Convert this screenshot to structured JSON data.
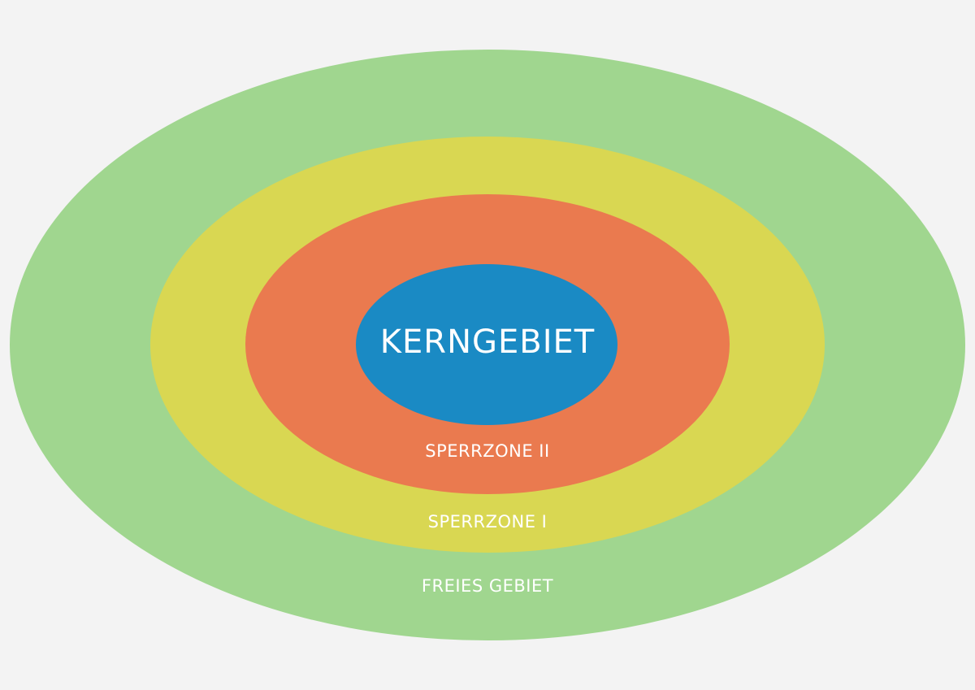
{
  "diagram": {
    "zones": [
      {
        "id": "freies",
        "label": "FREIES GEBIET",
        "color": "#a0d68f"
      },
      {
        "id": "sperrzone-1",
        "label": "SPERRZONE I",
        "color": "#d9d752"
      },
      {
        "id": "sperrzone-2",
        "label": "SPERRZONE II",
        "color": "#ea7a4f"
      },
      {
        "id": "kerngebiet",
        "label": "KERNGEBIET",
        "color": "#1a8ac4"
      }
    ],
    "label_color": "#ffffff",
    "background": "#f3f3f3"
  }
}
